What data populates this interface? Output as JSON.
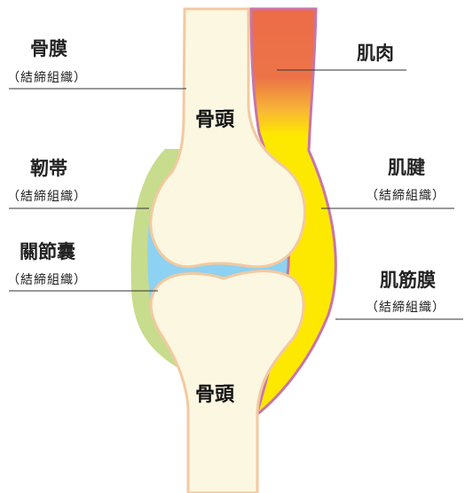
{
  "labels": {
    "periosteum": {
      "name": "骨膜",
      "sub": "（結締組織）"
    },
    "ligament": {
      "name": "靭帯",
      "sub": "（結締組織）"
    },
    "joint_capsule": {
      "name": "關節囊",
      "sub": "（結締組織）"
    },
    "muscle": {
      "name": "肌肉"
    },
    "tendon": {
      "name": "肌腱",
      "sub": "（結締組織）"
    },
    "fascia": {
      "name": "肌筋膜",
      "sub": "（結締組織）"
    },
    "bone_upper": "骨頭",
    "bone_lower": "骨頭"
  },
  "colors": {
    "bone_fill": "#fbf7e1",
    "bone_outline": "#f3c9a0",
    "ligament": "#c7dc8c",
    "synovial_fluid": "#8dd2f2",
    "muscle_top": "#ec6c48",
    "tendon": "#fde800",
    "fascia_outline": "#c875a8"
  }
}
